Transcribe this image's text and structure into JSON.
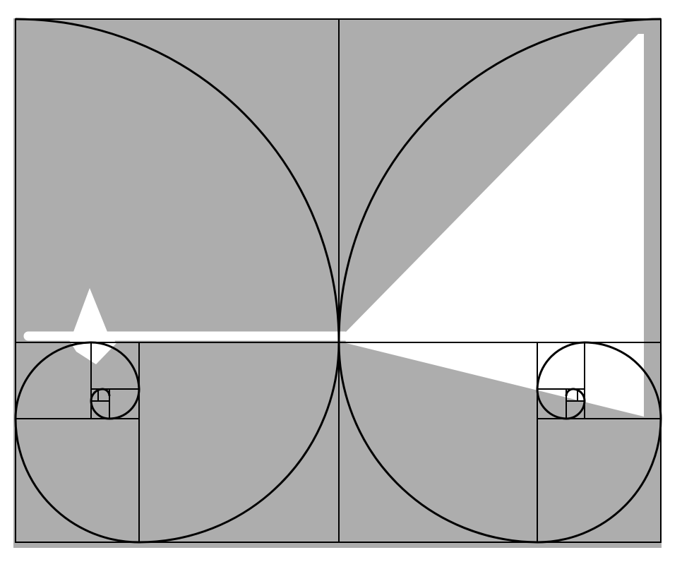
{
  "diagram": {
    "kind": "golden-spiral-figure",
    "colors": {
      "background": "#ffffff",
      "fill": "#adadad",
      "stroke": "#000000",
      "highlight": "#ffffff"
    },
    "shapes": [
      "outer-frame",
      "central-divider",
      "left-golden-spiral",
      "right-golden-spiral",
      "left-large-quarter-arc",
      "right-large-quarter-arc",
      "white-horizontal-bar",
      "white-triangle-wedge",
      "white-star-marker"
    ]
  }
}
